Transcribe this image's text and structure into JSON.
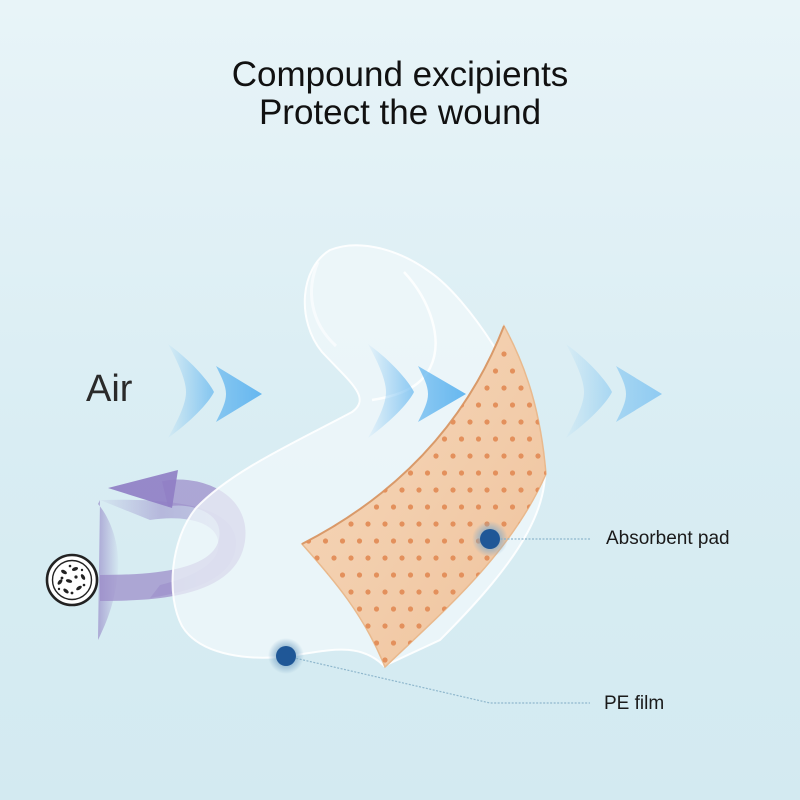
{
  "title": {
    "line1": "Compound excipients",
    "line2": "Protect the wound"
  },
  "labels": {
    "air": "Air",
    "absorbent_pad": "Absorbent pad",
    "pe_film": "PE film"
  },
  "icons": {
    "air_flow": "arrow-right-icon",
    "return_flow": "curved-arrow-icon",
    "bacteria": "bacteria-icon",
    "marker": "dot-marker-icon"
  },
  "colors": {
    "background": "#dcedf3",
    "arrow_blue": "#5fb4ef",
    "purple": "#8e7cc2",
    "pad": "#f0c9a4",
    "pad_dot": "#e3905c",
    "marker": "#1f5797",
    "film": "#eef6fa"
  }
}
